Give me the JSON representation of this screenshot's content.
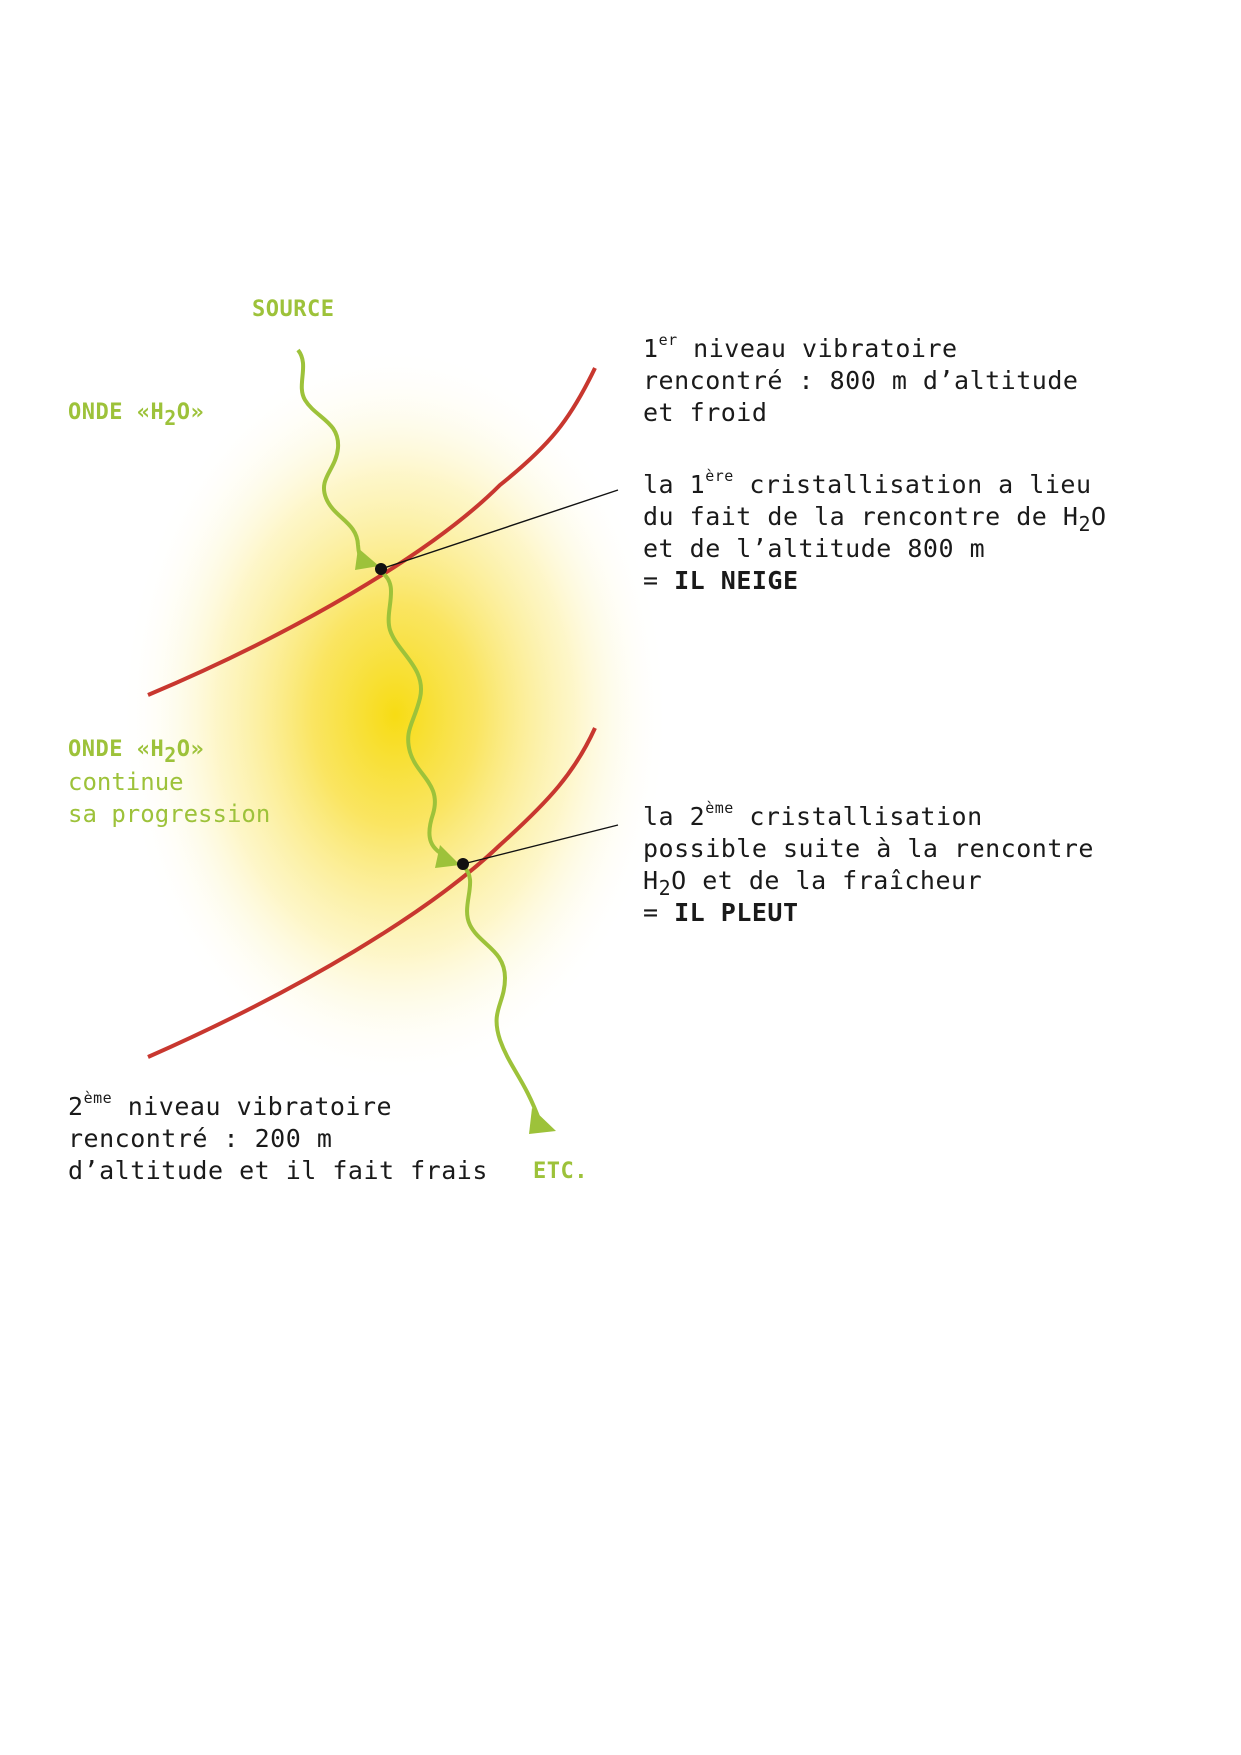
{
  "labels": {
    "source": "SOURCE",
    "onde_top": {
      "prefix": "ONDE «",
      "h": "H",
      "sub": "2",
      "suffix": "O»"
    },
    "onde_mid": {
      "prefix": "ONDE «",
      "h": "H",
      "sub": "2",
      "suffix": "O»"
    },
    "onde_mid_line2": "continue",
    "onde_mid_line3": "sa progression",
    "etc": "ETC."
  },
  "level1": {
    "num": "1",
    "sup": "er",
    "line1_rest": " niveau vibratoire",
    "line2": "rencontré : 800 m d’altitude",
    "line3": "et froid"
  },
  "crist1": {
    "line1_pre": "la 1",
    "line1_sup": "ère",
    "line1_rest": " cristallisation a lieu",
    "line2_pre": "du fait de la rencontre de H",
    "line2_sub": "2",
    "line2_post": "O",
    "line3": "et de l’altitude 800 m",
    "line4_pre": "= ",
    "line4_bold": "IL NEIGE"
  },
  "crist2": {
    "line1_pre": "la 2",
    "line1_sup": "ème",
    "line1_rest": " cristallisation",
    "line2": "possible suite à la rencontre",
    "line3_pre": "H",
    "line3_sub": "2",
    "line3_post": "O et de la fraîcheur",
    "line4_pre": "= ",
    "line4_bold": "IL PLEUT"
  },
  "level2": {
    "num": "2",
    "sup": "ème",
    "line1_rest": " niveau vibratoire",
    "line2": "rencontré : 200 m",
    "line3": "d’altitude et il fait frais"
  },
  "colors": {
    "green": "#9dc23a",
    "red_curve": "#c8372f",
    "glow": "#f7dc14",
    "text": "#1a1a1a",
    "leader": "#111111"
  }
}
